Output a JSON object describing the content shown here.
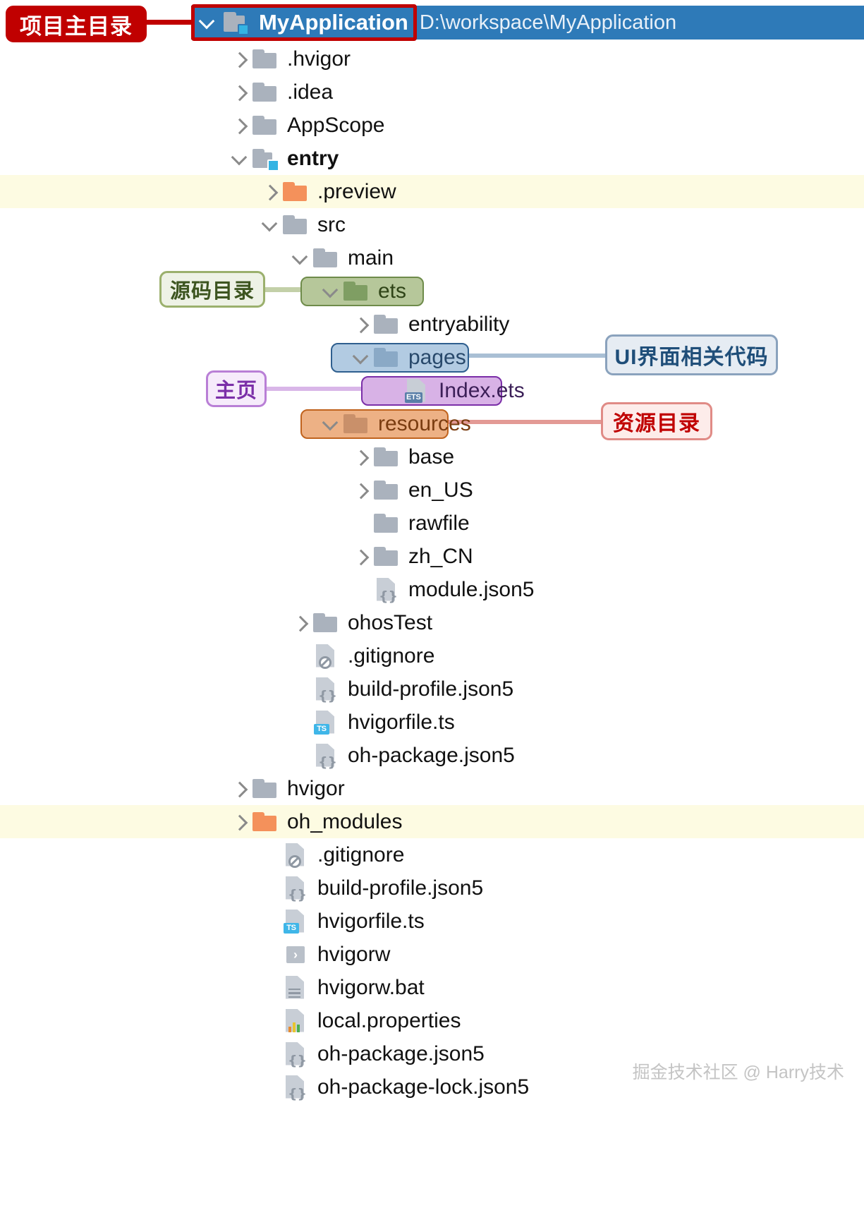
{
  "root": {
    "name": "MyApplication",
    "path": "D:\\workspace\\MyApplication",
    "twisty": "chevron-down-icon",
    "icon": "module-folder-icon"
  },
  "watermark": "掘金技术社区 @ Harry技术",
  "callouts": [
    {
      "id": "project-root",
      "text": "项目主目录",
      "color": "#c00000",
      "bg": "#c00000",
      "textColor": "#ffffff",
      "border": "#c00000"
    },
    {
      "id": "source-dir",
      "text": "源码目录",
      "color": "#546b2f",
      "bg": "#eef2e6",
      "textColor": "#3d5520",
      "border": "#9bb06d"
    },
    {
      "id": "home-page",
      "text": "主页",
      "color": "#7b3fa0",
      "bg": "#f6ebfb",
      "textColor": "#7b2fa8",
      "border": "#b97fd6"
    },
    {
      "id": "ui-code",
      "text": "UI界面相关代码",
      "color": "#1f4e79",
      "bg": "#e6ecf3",
      "textColor": "#1f4e79",
      "border": "#8aa2bd"
    },
    {
      "id": "resource-dir",
      "text": "资源目录",
      "color": "#c00000",
      "bg": "#fdecea",
      "textColor": "#c00000",
      "border": "#e08b86"
    }
  ],
  "tree": [
    {
      "id": "hvigor-dot",
      "label": ".hvigor",
      "depth": 1,
      "twisty": "collapsed",
      "kind": "folder",
      "color": "grey",
      "highlight": false,
      "bold": false
    },
    {
      "id": "idea",
      "label": ".idea",
      "depth": 1,
      "twisty": "collapsed",
      "kind": "folder",
      "color": "grey",
      "highlight": false,
      "bold": false
    },
    {
      "id": "appscope",
      "label": "AppScope",
      "depth": 1,
      "twisty": "collapsed",
      "kind": "folder",
      "color": "grey",
      "highlight": false,
      "bold": false
    },
    {
      "id": "entry",
      "label": "entry",
      "depth": 1,
      "twisty": "expanded",
      "kind": "module",
      "color": "grey",
      "highlight": false,
      "bold": true
    },
    {
      "id": "preview",
      "label": ".preview",
      "depth": 2,
      "twisty": "collapsed",
      "kind": "folder",
      "color": "orange",
      "highlight": true,
      "bold": false
    },
    {
      "id": "src",
      "label": "src",
      "depth": 2,
      "twisty": "expanded",
      "kind": "folder",
      "color": "grey",
      "highlight": false,
      "bold": false
    },
    {
      "id": "main",
      "label": "main",
      "depth": 3,
      "twisty": "expanded",
      "kind": "folder",
      "color": "grey",
      "highlight": false,
      "bold": false
    },
    {
      "id": "ets",
      "label": "ets",
      "depth": 4,
      "twisty": "expanded",
      "kind": "folder",
      "color": "green",
      "highlight": false,
      "bold": false,
      "chip": "source-dir"
    },
    {
      "id": "entryability",
      "label": "entryability",
      "depth": 5,
      "twisty": "collapsed",
      "kind": "folder",
      "color": "grey",
      "highlight": false,
      "bold": false
    },
    {
      "id": "pages",
      "label": "pages",
      "depth": 5,
      "twisty": "expanded",
      "kind": "folder",
      "color": "blue",
      "highlight": false,
      "bold": false,
      "chip": "ui-code"
    },
    {
      "id": "index-ets",
      "label": "Index.ets",
      "depth": 6,
      "twisty": "none",
      "kind": "file",
      "color": "ets",
      "highlight": false,
      "bold": false,
      "chip": "home-page"
    },
    {
      "id": "resources",
      "label": "resources",
      "depth": 4,
      "twisty": "expanded",
      "kind": "folder",
      "color": "tan",
      "highlight": false,
      "bold": false,
      "chip": "resource-dir"
    },
    {
      "id": "base",
      "label": "base",
      "depth": 5,
      "twisty": "collapsed",
      "kind": "folder",
      "color": "grey",
      "highlight": false,
      "bold": false
    },
    {
      "id": "en-us",
      "label": "en_US",
      "depth": 5,
      "twisty": "collapsed",
      "kind": "folder",
      "color": "grey",
      "highlight": false,
      "bold": false
    },
    {
      "id": "rawfile",
      "label": "rawfile",
      "depth": 5,
      "twisty": "none",
      "kind": "folder",
      "color": "grey",
      "highlight": false,
      "bold": false
    },
    {
      "id": "zh-cn",
      "label": "zh_CN",
      "depth": 5,
      "twisty": "collapsed",
      "kind": "folder",
      "color": "grey",
      "highlight": false,
      "bold": false
    },
    {
      "id": "module-json5",
      "label": "module.json5",
      "depth": 5,
      "twisty": "none",
      "kind": "file",
      "color": "json",
      "highlight": false,
      "bold": false
    },
    {
      "id": "ohostest",
      "label": "ohosTest",
      "depth": 3,
      "twisty": "collapsed",
      "kind": "folder",
      "color": "grey",
      "highlight": false,
      "bold": false
    },
    {
      "id": "entry-gitignore",
      "label": ".gitignore",
      "depth": 3,
      "twisty": "none",
      "kind": "file",
      "color": "git",
      "highlight": false,
      "bold": false
    },
    {
      "id": "entry-buildprof",
      "label": "build-profile.json5",
      "depth": 3,
      "twisty": "none",
      "kind": "file",
      "color": "json",
      "highlight": false,
      "bold": false
    },
    {
      "id": "entry-hvigorfile",
      "label": "hvigorfile.ts",
      "depth": 3,
      "twisty": "none",
      "kind": "file",
      "color": "ts",
      "highlight": false,
      "bold": false
    },
    {
      "id": "entry-ohpackage",
      "label": "oh-package.json5",
      "depth": 3,
      "twisty": "none",
      "kind": "file",
      "color": "json",
      "highlight": false,
      "bold": false
    },
    {
      "id": "hvigor",
      "label": "hvigor",
      "depth": 1,
      "twisty": "collapsed",
      "kind": "folder",
      "color": "grey",
      "highlight": false,
      "bold": false
    },
    {
      "id": "oh-modules",
      "label": "oh_modules",
      "depth": 1,
      "twisty": "collapsed",
      "kind": "folder",
      "color": "orange",
      "highlight": true,
      "bold": false
    },
    {
      "id": "root-gitignore",
      "label": ".gitignore",
      "depth": 2,
      "twisty": "none",
      "kind": "file",
      "color": "git",
      "highlight": false,
      "bold": false
    },
    {
      "id": "root-buildprof",
      "label": "build-profile.json5",
      "depth": 2,
      "twisty": "none",
      "kind": "file",
      "color": "json",
      "highlight": false,
      "bold": false
    },
    {
      "id": "root-hvigorfile",
      "label": "hvigorfile.ts",
      "depth": 2,
      "twisty": "none",
      "kind": "file",
      "color": "ts",
      "highlight": false,
      "bold": false
    },
    {
      "id": "hvigorw",
      "label": "hvigorw",
      "depth": 2,
      "twisty": "none",
      "kind": "file",
      "color": "shell",
      "highlight": false,
      "bold": false
    },
    {
      "id": "hvigorw-bat",
      "label": "hvigorw.bat",
      "depth": 2,
      "twisty": "none",
      "kind": "file",
      "color": "bat",
      "highlight": false,
      "bold": false
    },
    {
      "id": "local-properties",
      "label": "local.properties",
      "depth": 2,
      "twisty": "none",
      "kind": "file",
      "color": "props",
      "highlight": false,
      "bold": false
    },
    {
      "id": "root-ohpackage",
      "label": "oh-package.json5",
      "depth": 2,
      "twisty": "none",
      "kind": "file",
      "color": "json",
      "highlight": false,
      "bold": false
    },
    {
      "id": "root-ohpkglock",
      "label": "oh-package-lock.json5",
      "depth": 2,
      "twisty": "none",
      "kind": "file",
      "color": "json",
      "highlight": false,
      "bold": false
    }
  ],
  "icon_tags": {
    "ts": "TS",
    "ets": "ETS"
  }
}
